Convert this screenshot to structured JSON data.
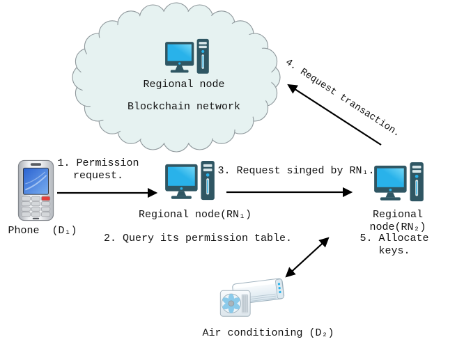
{
  "cloud": {
    "node_label": "Regional node",
    "network_label": "Blockchain network"
  },
  "nodes": {
    "phone_label": "Phone  (D₁)",
    "rn1_label": "Regional node(RN₁)",
    "rn2_label": "Regional node(RN₂)",
    "ac_label": "Air conditioning (D₂)"
  },
  "steps": {
    "s1": "1. Permission\nrequest.",
    "s2": "2. Query its permission table.",
    "s3": "3. Request singed by RN₁.",
    "s4": "4. Request transaction.",
    "s5": "5. Allocate keys."
  },
  "colors": {
    "screen_blue": "#29b2ea",
    "screen_blue_light": "#74d7f6",
    "pc_dark": "#2f5663",
    "pc_light": "#d8e6e9",
    "cloud_fill": "#e6f2f1",
    "cloud_stroke": "#8e979b",
    "arrow_black": "#000000",
    "phone_screen_blue": "#2a62d0",
    "phone_red_key": "#e2403c",
    "ac_fan_blue": "#86c8ea",
    "text_color": "#111111"
  }
}
